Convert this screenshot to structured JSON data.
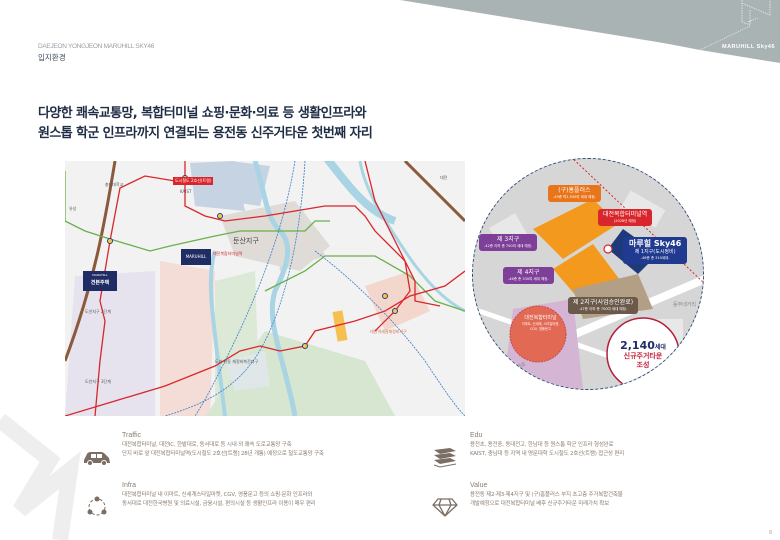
{
  "header": {
    "project": "DAEJEON YONGJEON MARUHILL SKY46",
    "section": "입지환경",
    "logo": "MARUHILL Sky46"
  },
  "headline": {
    "line1": "다양한 쾌속교통망, 복합터미널 쇼핑·문화·의료 등 생활인프라와",
    "line2": "원스톱 학군 인프라까지 연결되는 용전동 신주거타운 첫번째 자리"
  },
  "map": {
    "labels": {
      "doan_district": "둔산지구",
      "maruhill_badge_top": "MARUHILL",
      "maruhill_badge_name": "견본주택",
      "site_badge": "MARUHILL",
      "tram_label": "도시철도 2호선(트램)",
      "terminal_station": "대전복합터미널역",
      "complex_terminal": "대전복합터미널",
      "yuseong_ic": "유성",
      "daejeon_ic": "대전",
      "dunsan2": "도안지구 2단계",
      "dunsan3": "도안지구 3단계",
      "dosol": "도마·변동 재정비촉진지구",
      "kaist": "KAIST",
      "chungnam": "충남대학교",
      "daejeon_station_area": "대전역세권재정비지구",
      "line2_label": "도시철도 1호선",
      "gung_station": "용전역"
    }
  },
  "site_plan": {
    "homeplus": {
      "title": "(구)홈플러스",
      "sub": "-49층 약1,500여 세대 예정-"
    },
    "terminal": {
      "title": "대전복합터미널역",
      "sub": "(2028년 예정)"
    },
    "district3": {
      "title": "제 3지구",
      "sub": "-42층 이하 총 700여 세대 예정-"
    },
    "district4": {
      "title": "제 4지구",
      "sub": "-46층 총 330여 세대 예정-"
    },
    "maruhill": {
      "title": "마루힐 Sky46",
      "district": "제 1지구(도시정비)",
      "sub": "-46층 총 310세대-"
    },
    "district2": {
      "title": "제 2지구(사업승인완료)",
      "sub": "-47층 이하 총 700여 세대 예정-"
    },
    "complex": {
      "title": "대전복합터미널",
      "sub": "이마트, 신세계, 스타일마켓, CGV, 영풍문고"
    },
    "road_east": "동부네거리",
    "road_west": "동서대로",
    "stat": {
      "number": "2,140",
      "unit": "세대",
      "line2": "신규주거타운",
      "line3": "조성"
    }
  },
  "features": [
    {
      "icon": "car-icon",
      "title": "Traffic",
      "lines": [
        "대전복합터미널, 대전IC, 한밭대로, 동서대로 등 시내·외 쾌속 도로교통망 구축",
        "단지 바로 앞 대전복합터미널역(도시철도 2호선[트램] 28년 개통) 예정으로 철도교통망 구축"
      ]
    },
    {
      "icon": "network-icon",
      "title": "Infra",
      "lines": [
        "대전복합터미널 내 이마트, 신세계스타일마켓, CGV, 영풍문고 등의 쇼핑·문화 인프라와",
        "동서대로 대전한국병원 및 의료시설, 금융시설, 편의시설 등 생활인프라 이용이 매우 편리"
      ]
    },
    {
      "icon": "books-icon",
      "title": "Edu",
      "lines": [
        "용전초, 용전중, 동대전고, 한남대 등 원스톱 학군 인프라 형성완료",
        "KAIST, 충남대 등 지역 내 명문대학 도시철도 2호선(트램) 접근성 편리"
      ]
    },
    {
      "icon": "diamond-icon",
      "title": "Value",
      "lines": [
        "용전동 제2·제3·제4지구 및 (구)홈플러스 부지 초고층 주거복합건축물",
        "개발예정으로 대전복합터미널 배후 신규주거타운 미래가치 확보"
      ]
    }
  ],
  "colors": {
    "navy": "#1f3a7a",
    "red": "#d9262c",
    "orange": "#f39a1e",
    "purple": "#7d3f98",
    "taupe": "#8a7d72",
    "green": "#6ab04c"
  },
  "page_number": "8"
}
